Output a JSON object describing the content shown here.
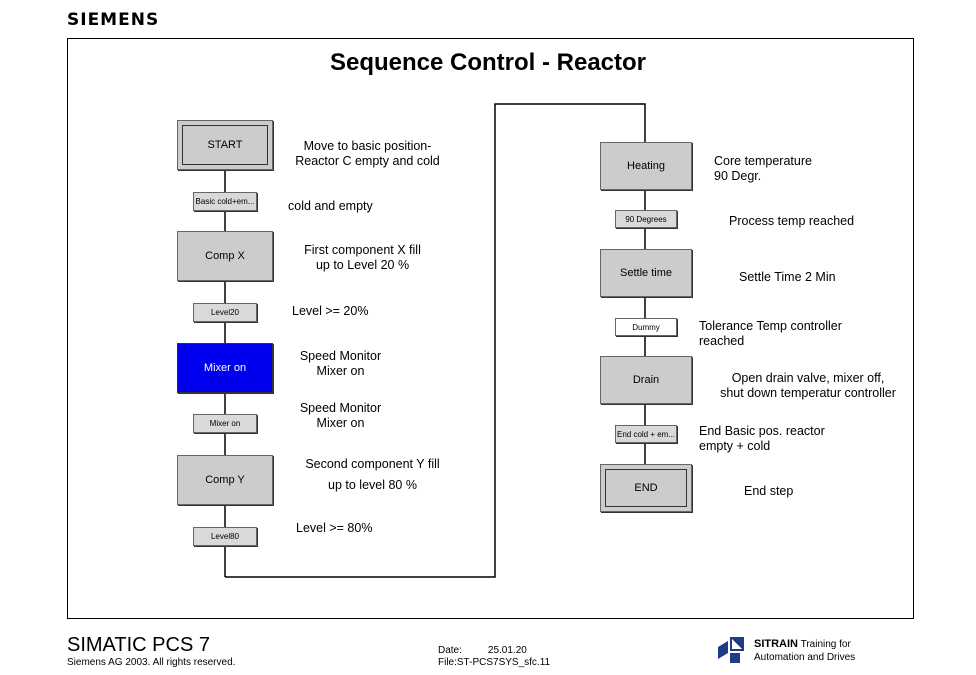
{
  "header": {
    "brand": "SIEMENS"
  },
  "diagram": {
    "title": "Sequence Control - Reactor",
    "left_column": [
      {
        "type": "step",
        "label": "START",
        "note": [
          "Move to basic position-",
          "Reactor C empty and cold"
        ]
      },
      {
        "type": "transition",
        "label": "Basic cold+em...",
        "note": [
          "cold and empty"
        ]
      },
      {
        "type": "step",
        "label": "Comp X",
        "note": [
          "First component X fill",
          "up to Level 20 %"
        ]
      },
      {
        "type": "transition",
        "label": "Level20",
        "note": [
          "Level >= 20%"
        ]
      },
      {
        "type": "step",
        "label": "Mixer on",
        "active": true,
        "note": [
          "Speed Monitor",
          "Mixer on"
        ]
      },
      {
        "type": "transition",
        "label": "Mixer on",
        "note": [
          "Speed Monitor",
          "Mixer on"
        ]
      },
      {
        "type": "step",
        "label": "Comp Y",
        "note": [
          "Second component Y fill",
          "up to level 80 %"
        ]
      },
      {
        "type": "transition",
        "label": "Level80",
        "note": [
          "Level >= 80%"
        ]
      }
    ],
    "right_column": [
      {
        "type": "step",
        "label": "Heating",
        "note": [
          "Core temperature",
          "90 Degr."
        ]
      },
      {
        "type": "transition",
        "label": "90 Degrees",
        "note": [
          "Process temp reached"
        ]
      },
      {
        "type": "step",
        "label": "Settle time",
        "note": [
          "Settle Time 2 Min"
        ]
      },
      {
        "type": "transition",
        "label": "Dummy",
        "note": [
          "Tolerance Temp controller",
          "reached"
        ]
      },
      {
        "type": "step",
        "label": "Drain",
        "note": [
          "Open drain valve, mixer off,",
          "shut down  temperatur controller"
        ]
      },
      {
        "type": "transition",
        "label": "End cold + em...",
        "note": [
          "End Basic pos. reactor",
          "empty + cold"
        ]
      },
      {
        "type": "step",
        "label": "END",
        "note": [
          "End step"
        ]
      }
    ]
  },
  "footer": {
    "product": "SIMATIC PCS 7",
    "copyright": "Siemens AG 2003. All rights reserved.",
    "date_label": "Date:",
    "date_value": "25.01.20",
    "file": "File:ST-PCS7SYS_sfc.11",
    "sitrain_brand": "SITRAIN",
    "sitrain_tagline_1": "Training for",
    "sitrain_tagline_2": "Automation and Drives"
  },
  "colors": {
    "step_fill": "#cccccc",
    "active_step_fill": "#0000ee",
    "frame": "#000000"
  }
}
